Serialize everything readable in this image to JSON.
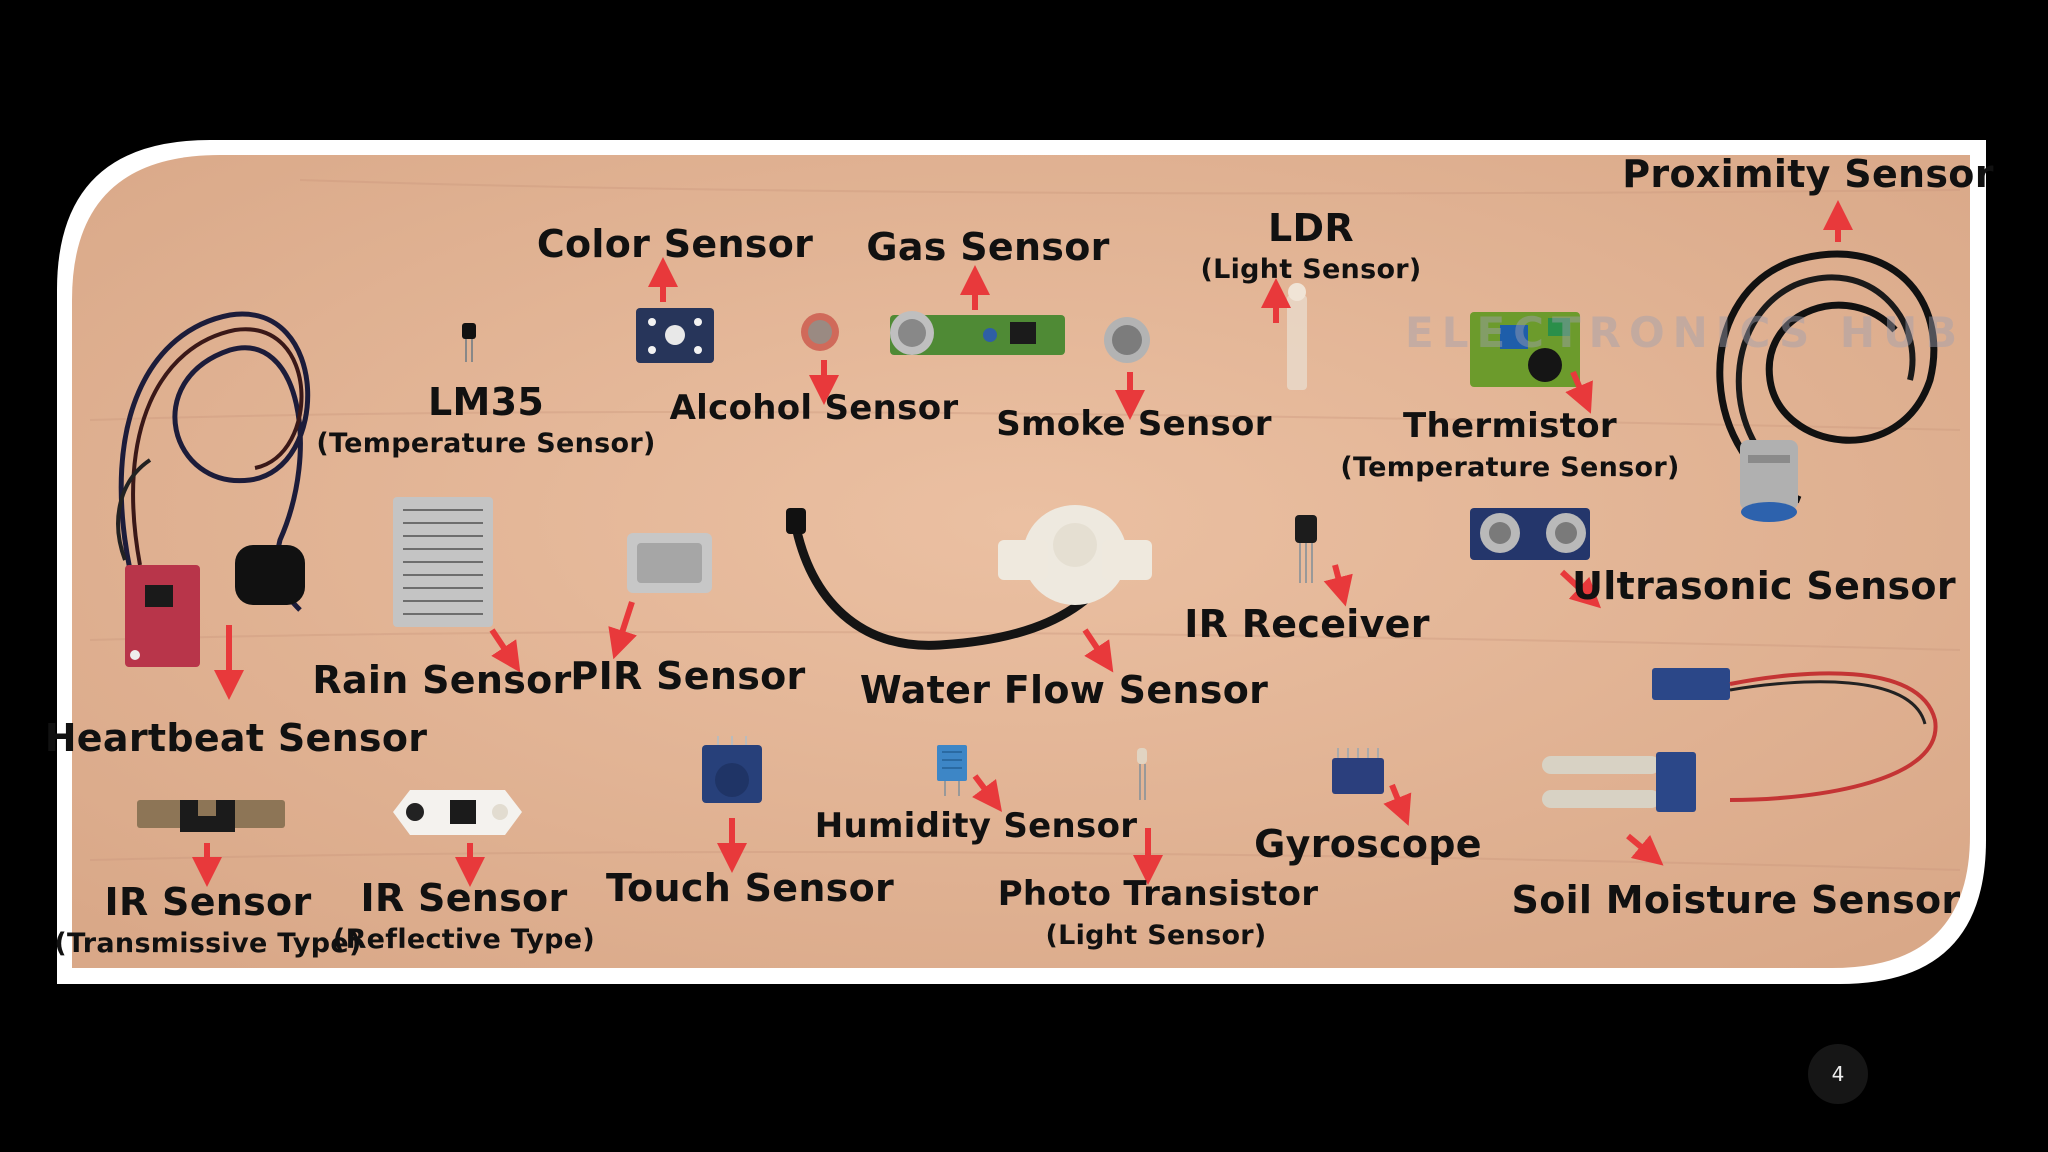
{
  "colors": {
    "board": "#e2b597",
    "frame": "#ffffff",
    "arrow": "#e8393b",
    "background": "#000000"
  },
  "watermark": "ELECTRONICS HUB",
  "page_number": "4",
  "labels": {
    "proximity": "Proximity Sensor",
    "color": "Color Sensor",
    "gas": "Gas Sensor",
    "ldr": "LDR",
    "ldr_sub": "(Light Sensor)",
    "lm35": "LM35",
    "lm35_sub": "(Temperature Sensor)",
    "alcohol": "Alcohol Sensor",
    "smoke": "Smoke Sensor",
    "thermistor": "Thermistor",
    "thermistor_sub": "(Temperature Sensor)",
    "rain": "Rain Sensor",
    "pir": "PIR Sensor",
    "water_flow": "Water Flow Sensor",
    "ir_receiver": "IR Receiver",
    "ultrasonic": "Ultrasonic Sensor",
    "heartbeat": "Heartbeat Sensor",
    "ir_trans": "IR Sensor",
    "ir_trans_sub": "(Transmissive Type)",
    "ir_refl": "IR Sensor",
    "ir_refl_sub": "(Reflective Type)",
    "touch": "Touch Sensor",
    "humidity": "Humidity Sensor",
    "photo": "Photo Transistor",
    "photo_sub": "(Light Sensor)",
    "gyro": "Gyroscope",
    "soil": "Soil Moisture Sensor"
  }
}
